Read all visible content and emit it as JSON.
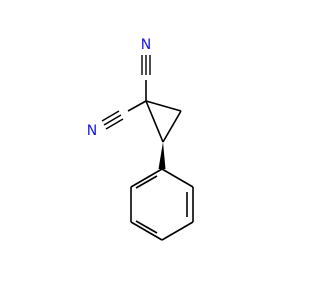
{
  "molecule": {
    "atoms": [
      {
        "id": "n1",
        "label": "N",
        "color": "#1515e6"
      },
      {
        "id": "n2",
        "label": "N",
        "color": "#1515e6"
      }
    ]
  },
  "colors": {
    "bond": "#000000",
    "nitrogen": "#1515e6",
    "background": "#ffffff"
  }
}
